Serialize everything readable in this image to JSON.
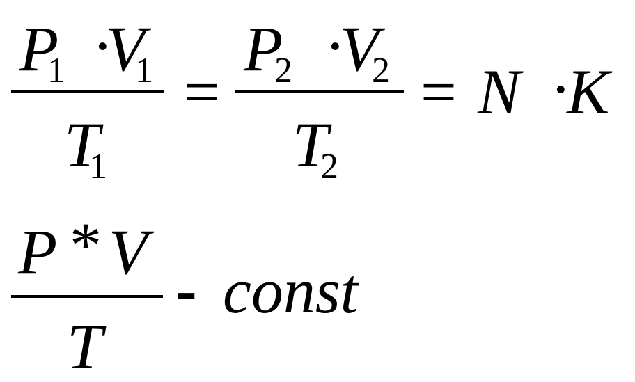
{
  "formula1": {
    "left_fraction": {
      "numerator": {
        "p": "P",
        "p_sub": "1",
        "dot": "·",
        "v": "V",
        "v_sub": "1"
      },
      "denominator": {
        "t": "T",
        "t_sub": "1"
      }
    },
    "equals_1": "=",
    "right_fraction": {
      "numerator": {
        "p": "P",
        "p_sub": "2",
        "dot": "·",
        "v": "V",
        "v_sub": "2"
      },
      "denominator": {
        "t": "T",
        "t_sub": "2"
      }
    },
    "equals_2": "=",
    "rhs": {
      "n": "N",
      "dot": "·",
      "k": "K"
    }
  },
  "formula2": {
    "fraction": {
      "numerator": {
        "p": "P",
        "star": "*",
        "v": "V"
      },
      "denominator": {
        "t": "T"
      }
    },
    "dash": "-",
    "rhs": "const"
  }
}
